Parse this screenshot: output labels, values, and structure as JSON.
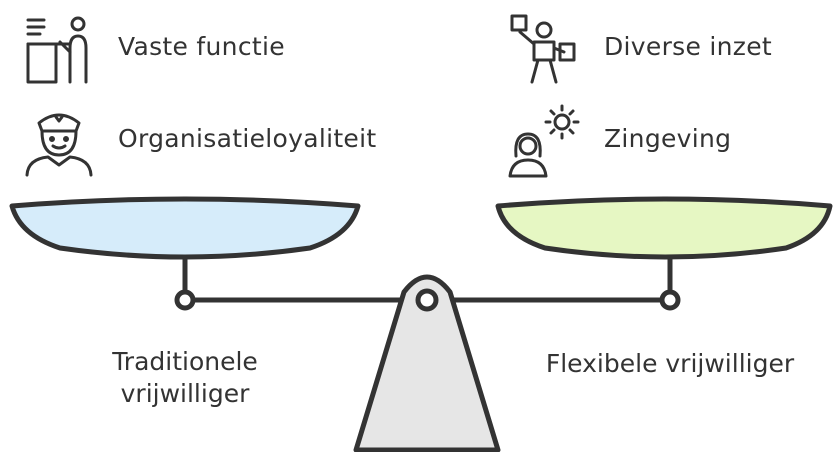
{
  "left": {
    "items": [
      {
        "label": "Vaste functie",
        "icon": "office-worker-desk-icon"
      },
      {
        "label": "Organisatieloyaliteit",
        "icon": "uniformed-person-icon"
      }
    ],
    "caption_line1": "Traditionele",
    "caption_line2": "vrijwilliger",
    "pan_color": "#d6ecfa"
  },
  "right": {
    "items": [
      {
        "label": "Diverse inzet",
        "icon": "juggling-person-icon"
      },
      {
        "label": "Zingeving",
        "icon": "person-with-sun-icon"
      }
    ],
    "caption": "Flexibele vrijwilliger",
    "pan_color": "#e6f7c3"
  },
  "colors": {
    "stroke": "#333333",
    "stand": "#e6e6e6"
  }
}
